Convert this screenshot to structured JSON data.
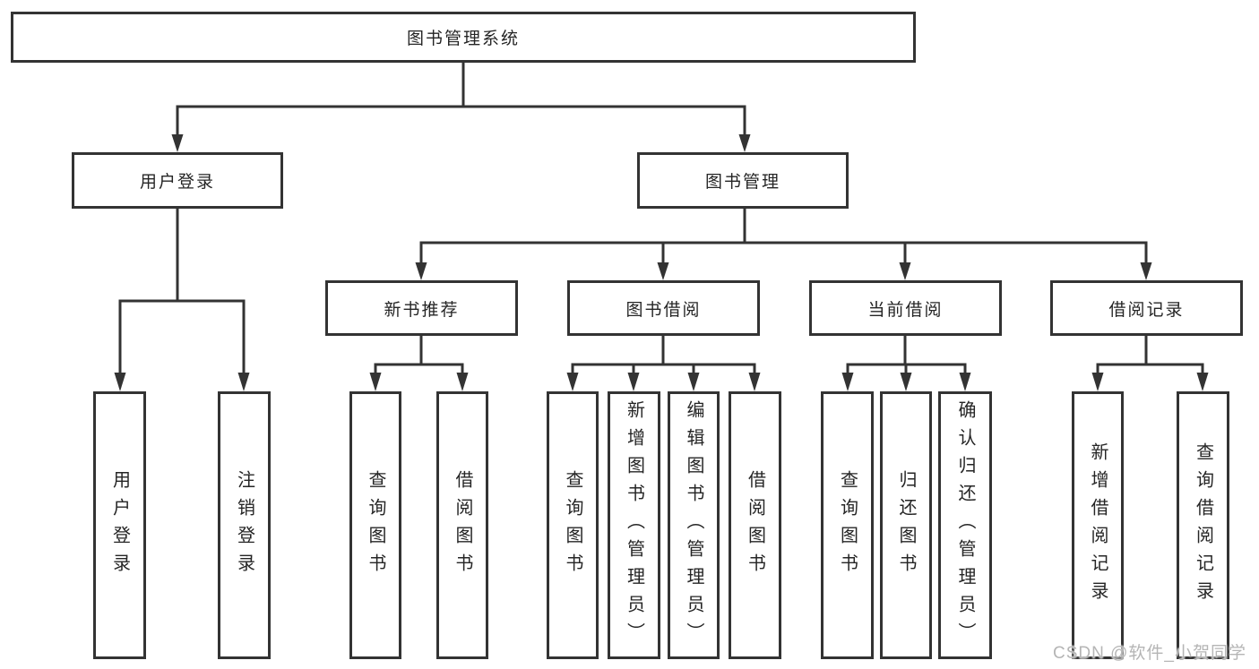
{
  "colors": {
    "background": "#ffffff",
    "line": "#333333",
    "box_border": "#333333",
    "text": "#252525",
    "watermark": "#b5b5b5"
  },
  "diagram": {
    "root": {
      "label": "图书管理系统"
    },
    "level2": [
      {
        "label": "用户登录"
      },
      {
        "label": "图书管理"
      }
    ],
    "level3": [
      {
        "label": "新书推荐"
      },
      {
        "label": "图书借阅"
      },
      {
        "label": "当前借阅"
      },
      {
        "label": "借阅记录"
      }
    ],
    "leaves": {
      "user_login": [
        "用户登录",
        "注销登录"
      ],
      "new_book": [
        "查询图书",
        "借阅图书"
      ],
      "book_borrow": [
        "查询图书",
        "新增图书（管理员）",
        "编辑图书（管理员）",
        "借阅图书"
      ],
      "current_borrow": [
        "查询图书",
        "归还图书",
        "确认归还（管理员）"
      ],
      "borrow_records": [
        "新增借阅记录",
        "查询借阅记录"
      ]
    }
  },
  "watermark": {
    "text": "CSDN @软件_小贺同学"
  }
}
